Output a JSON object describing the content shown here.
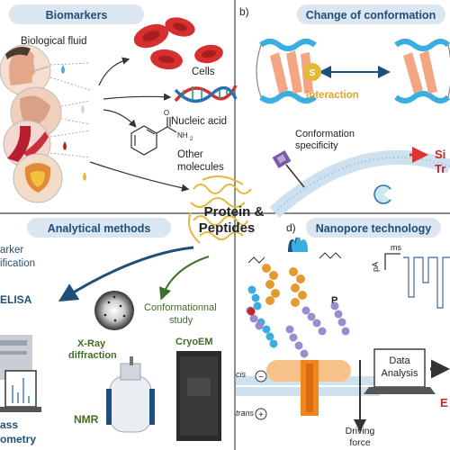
{
  "panels": {
    "a": {
      "title": "Biomarkers",
      "fluid_label": "Biological fluid",
      "cells": "Cells",
      "nucleic": "Nucleic acid",
      "other1": "Other",
      "other2": "molecules",
      "amide": "NH",
      "amide_sub": "2",
      "o_atom": "O"
    },
    "b": {
      "letter": "b)",
      "title": "Change of conformation",
      "interaction": "Interaction",
      "s": "S",
      "spec1": "Conformation",
      "spec2": "specificity",
      "sig1": "Si",
      "sig2": "Tr"
    },
    "c": {
      "title": "Analytical methods",
      "marker1": "arker",
      "marker2": "ification",
      "elisa": "ELISA",
      "conf1": "Conformationnal",
      "conf2": "study",
      "xray1": "X-Ray",
      "xray2": "diffraction",
      "cryo": "CryoEM",
      "nmr": "NMR",
      "mass1": "ass",
      "mass2": "ometry"
    },
    "d": {
      "letter": "d)",
      "title": "Nanopore technology",
      "pa": "pA",
      "ms": "ms",
      "p": "P",
      "cis": "cis",
      "trans": "trans",
      "minus": "−",
      "plus": "+",
      "data1": "Data",
      "data2": "Analysis",
      "drive1": "Driving",
      "drive2": "force",
      "e": "E"
    }
  },
  "center": {
    "line1": "Protein &",
    "line2": "Peptides"
  },
  "colors": {
    "pill_bg": "#dbe6f1",
    "pill_text": "#1d4f7a",
    "red_cells": "#d62f2f",
    "helix": "#3aaee0",
    "strand": "#f4a582",
    "gold": "#e3b93a",
    "arrow_blue": "#1d4f7a",
    "arrow_green": "#3f6f2a",
    "orange_pore": "#f0861e"
  }
}
